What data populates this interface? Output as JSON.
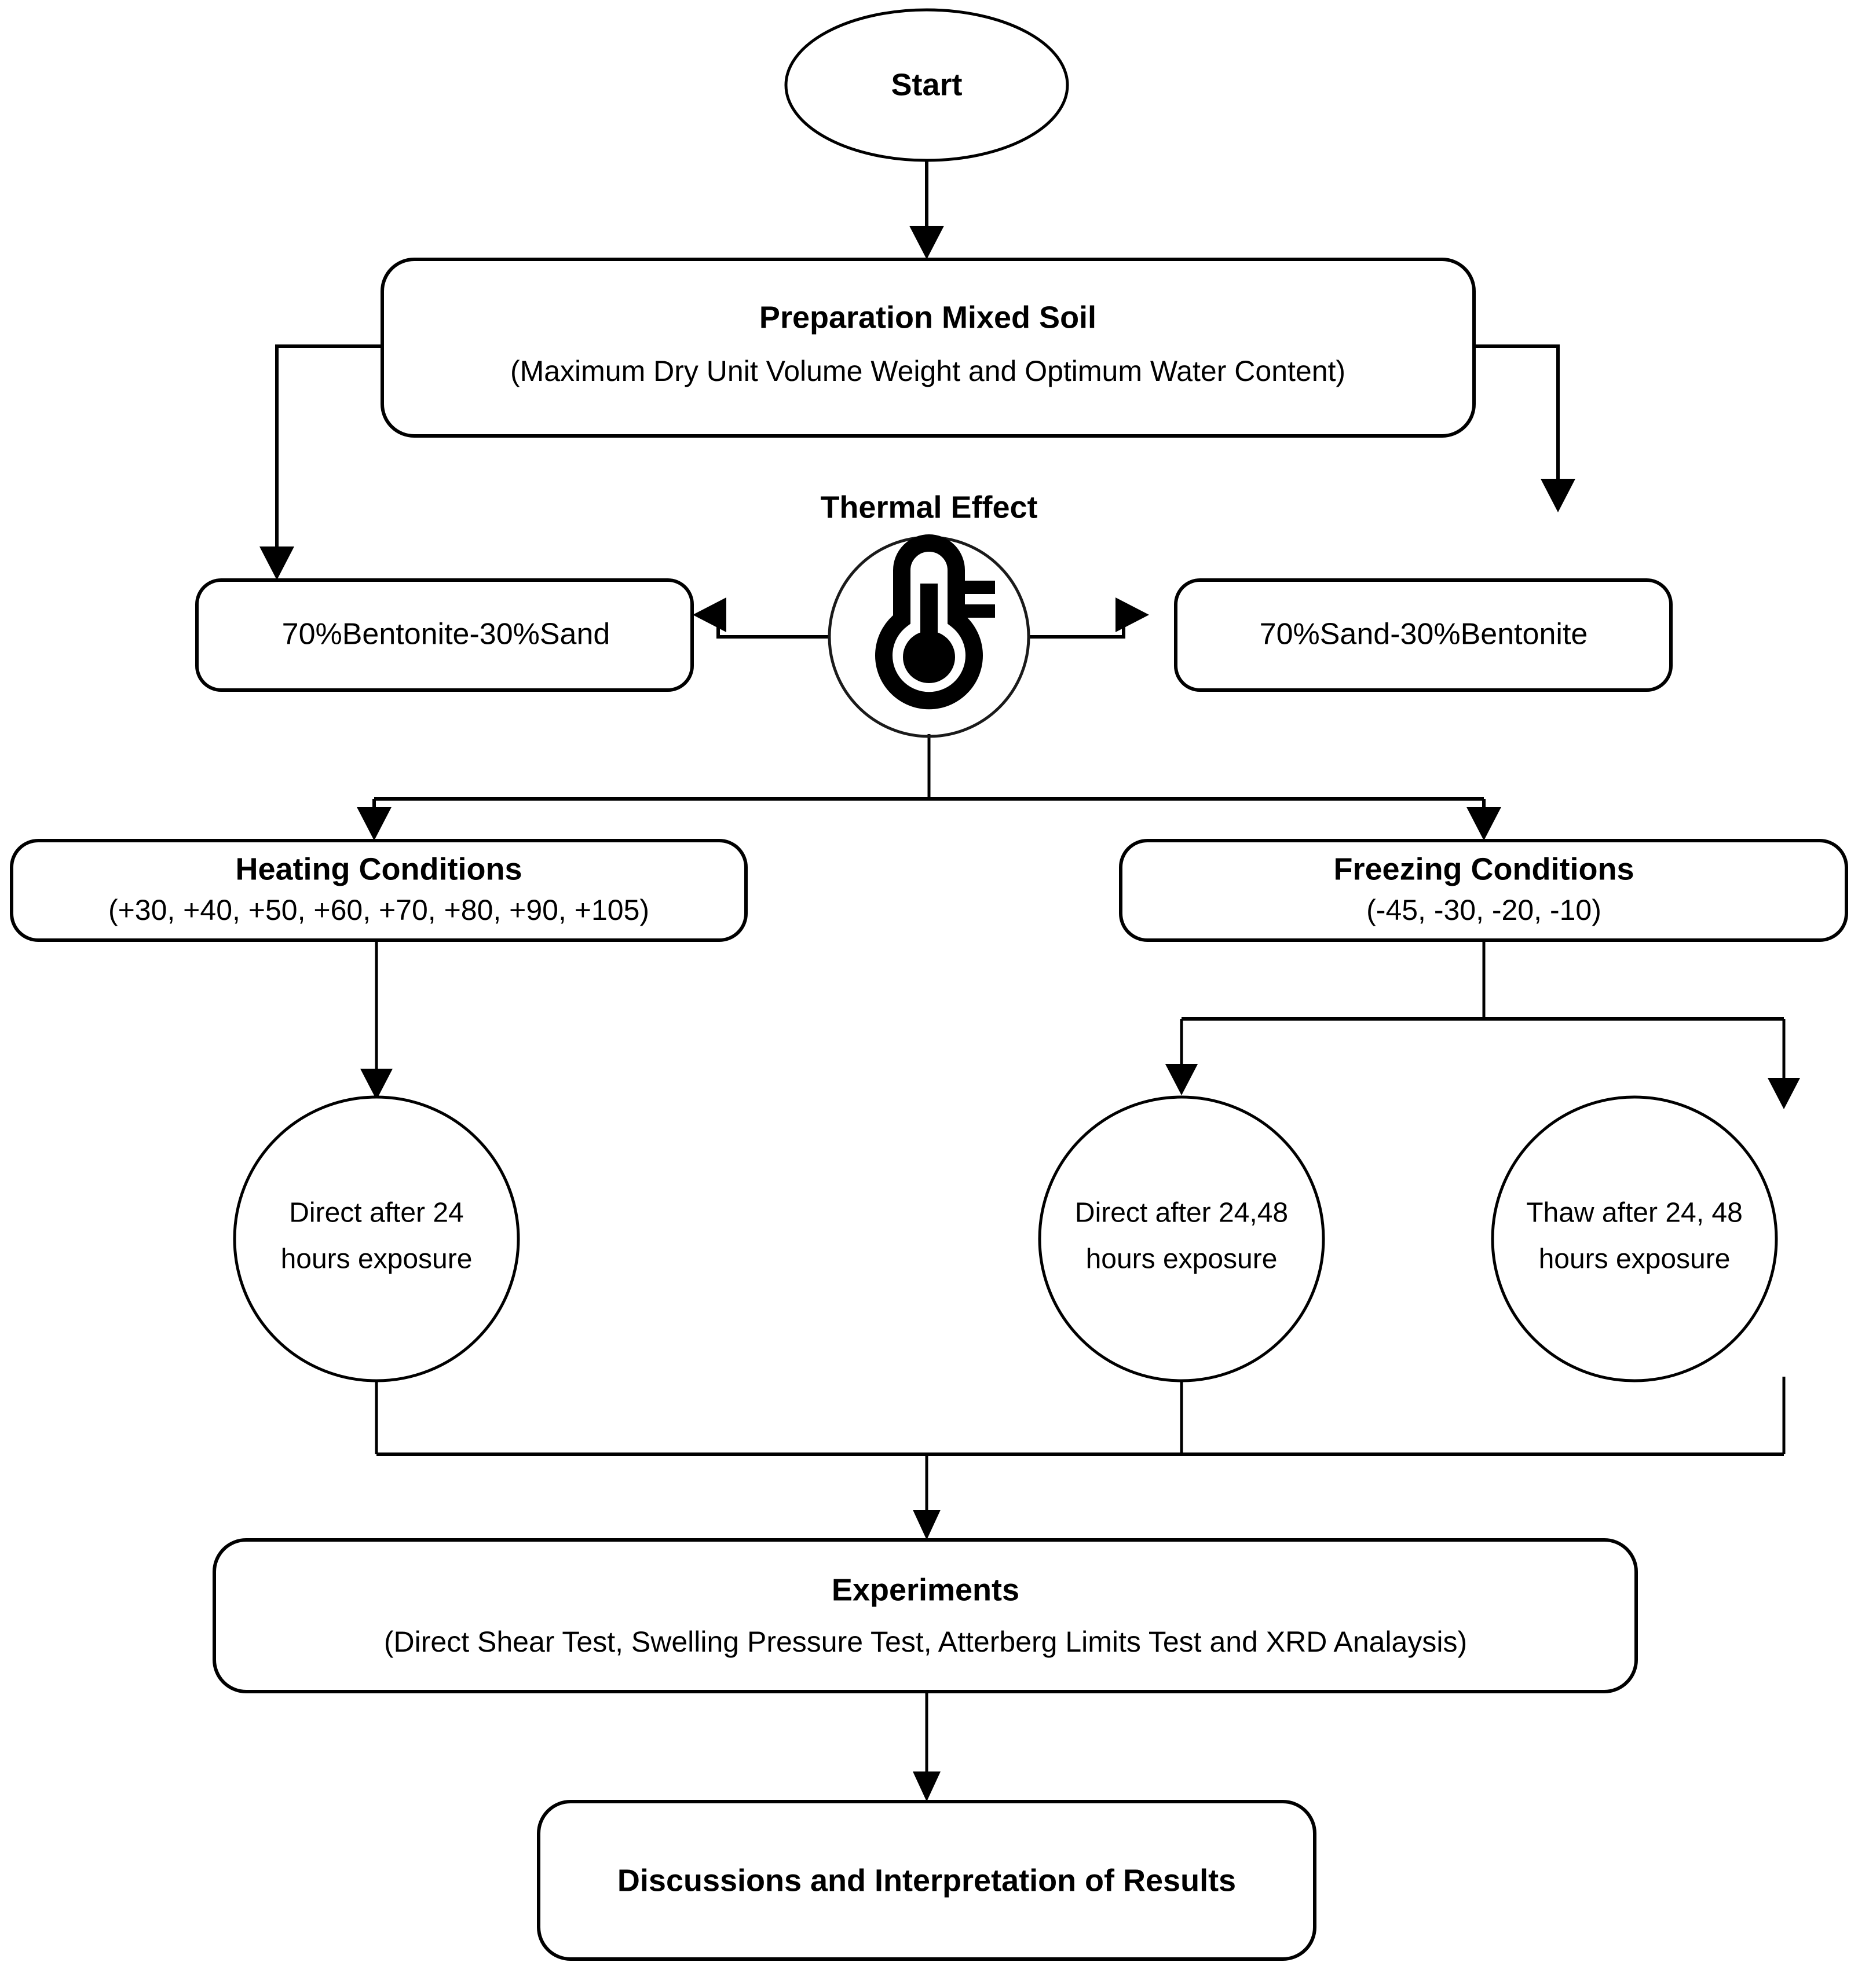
{
  "diagram": {
    "type": "flowchart",
    "title": "Experimental Program Flowchart",
    "orientation": "top-to-bottom"
  },
  "nodes": {
    "start": {
      "label": "Start",
      "shape": "ellipse"
    },
    "preparation": {
      "title": "Preparation Mixed Soil",
      "subtitle": "(Maximum Dry Unit Volume Weight and Optimum Water Content)",
      "shape": "rounded-rect"
    },
    "thermal": {
      "label": "Thermal Effect",
      "icon": "thermometer-icon",
      "shape": "circle-icon"
    },
    "mix_left": {
      "label": "70%Bentonite-30%Sand",
      "shape": "rounded-rect"
    },
    "mix_right": {
      "label": "70%Sand-30%Bentonite",
      "shape": "rounded-rect"
    },
    "heating": {
      "title": "Heating Conditions",
      "subtitle": "(+30, +40, +50, +60, +70, +80, +90, +105)",
      "shape": "rounded-rect"
    },
    "freezing": {
      "title": "Freezing Conditions",
      "subtitle": "(-45, -30, -20, -10)",
      "shape": "rounded-rect"
    },
    "circle_heat": {
      "line1": "Direct after 24",
      "line2": "hours exposure",
      "shape": "circle"
    },
    "circle_freeze_direct": {
      "line1": "Direct after 24,48",
      "line2": "hours exposure",
      "shape": "circle"
    },
    "circle_freeze_thaw": {
      "line1": "Thaw after 24, 48",
      "line2": "hours exposure",
      "shape": "circle"
    },
    "experiments": {
      "title": "Experiments",
      "subtitle": "(Direct Shear Test, Swelling Pressure Test, Atterberg Limits Test and XRD Analaysis)",
      "shape": "rounded-rect"
    },
    "conclusion": {
      "label": "Discussions and Interpretation of Results",
      "shape": "rounded-rect"
    }
  },
  "edges": [
    {
      "from": "start",
      "to": "preparation",
      "style": "straight-arrow"
    },
    {
      "from": "preparation",
      "to": "mix_left",
      "style": "elbow-arrow"
    },
    {
      "from": "preparation",
      "to": "mix_right",
      "style": "elbow-arrow"
    },
    {
      "from": "thermal",
      "to": "mix_left",
      "style": "elbow-arrow-left"
    },
    {
      "from": "thermal",
      "to": "mix_right",
      "style": "elbow-arrow-right"
    },
    {
      "from": "thermal",
      "to": "heating",
      "style": "split-arrow"
    },
    {
      "from": "thermal",
      "to": "freezing",
      "style": "split-arrow"
    },
    {
      "from": "heating",
      "to": "circle_heat",
      "style": "straight-arrow"
    },
    {
      "from": "freezing",
      "to": "circle_freeze_direct",
      "style": "split-arrow"
    },
    {
      "from": "freezing",
      "to": "circle_freeze_thaw",
      "style": "split-arrow"
    },
    {
      "from": "circle_heat",
      "to": "experiments",
      "style": "merge-arrow"
    },
    {
      "from": "circle_freeze_direct",
      "to": "experiments",
      "style": "merge-arrow"
    },
    {
      "from": "circle_freeze_thaw",
      "to": "experiments",
      "style": "merge-arrow"
    },
    {
      "from": "experiments",
      "to": "conclusion",
      "style": "straight-arrow"
    }
  ],
  "colors": {
    "stroke": "#000000",
    "fill": "#ffffff",
    "text": "#000000"
  }
}
